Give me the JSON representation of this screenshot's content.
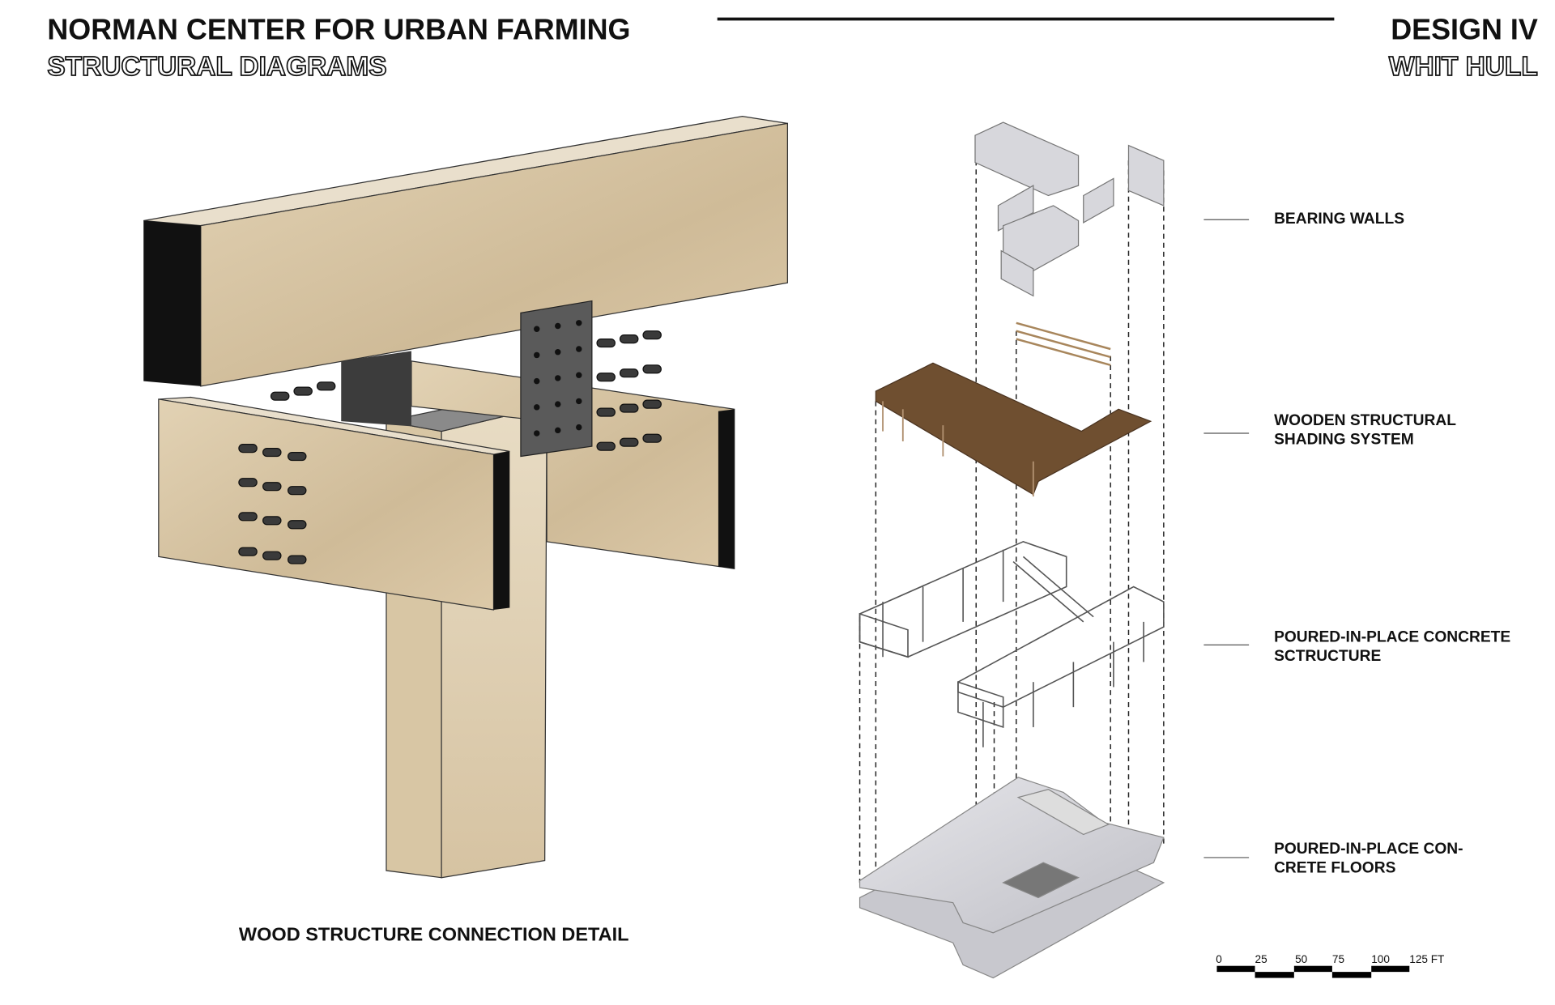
{
  "header": {
    "title": "NORMAN CENTER FOR URBAN FARMING",
    "subtitle": "STRUCTURAL DIAGRAMS",
    "design": "DESIGN IV",
    "author": "WHIT HULL"
  },
  "detail": {
    "caption": "WOOD STRUCTURE CONNECTION DETAIL"
  },
  "exploded_labels": [
    {
      "line1": "BEARING WALLS",
      "line2": ""
    },
    {
      "line1": "WOODEN STRUCTURAL",
      "line2": "SHADING SYSTEM"
    },
    {
      "line1": "POURED-IN-PLACE CONCRETE",
      "line2": "SCTRUCTURE"
    },
    {
      "line1": "POURED-IN-PLACE CON-",
      "line2": "CRETE FLOORS"
    }
  ],
  "scale_bar": {
    "ticks": [
      "0",
      "25",
      "50",
      "75",
      "100",
      "125 FT"
    ]
  },
  "colors": {
    "wood": "#dccbab",
    "wood_dark": "#c9b48f",
    "steel": "#4a4a4a",
    "slab": "#d9d9dd",
    "shading": "#7a5a3a"
  }
}
